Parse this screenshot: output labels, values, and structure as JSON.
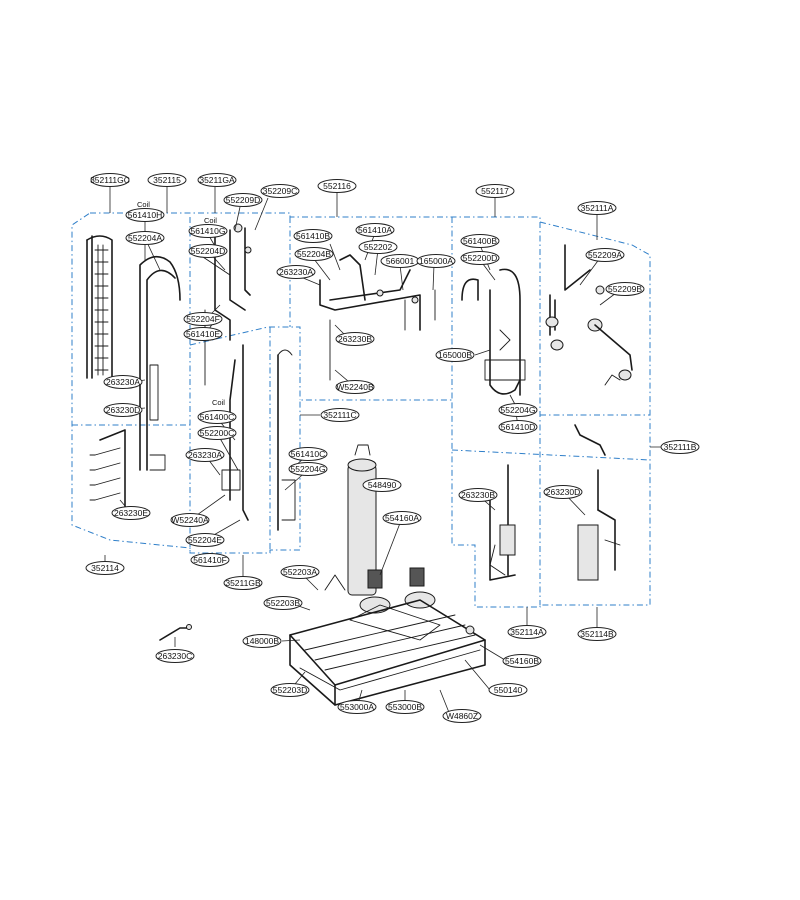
{
  "coil_label": "Coil",
  "callouts": [
    {
      "id": "c01",
      "text": "352111GC"
    },
    {
      "id": "c02",
      "text": "352115"
    },
    {
      "id": "c03",
      "text": "35211GA"
    },
    {
      "id": "c04",
      "text": "352209C"
    },
    {
      "id": "c05",
      "text": "552209D"
    },
    {
      "id": "c06",
      "text": "561410H"
    },
    {
      "id": "c07",
      "text": "561410G"
    },
    {
      "id": "c08",
      "text": "552204A"
    },
    {
      "id": "c09",
      "text": "552204D"
    },
    {
      "id": "c10",
      "text": "552116"
    },
    {
      "id": "c11",
      "text": "561410B"
    },
    {
      "id": "c12",
      "text": "561410A"
    },
    {
      "id": "c13",
      "text": "552202"
    },
    {
      "id": "c14",
      "text": "552204B"
    },
    {
      "id": "c15",
      "text": "566001"
    },
    {
      "id": "c16",
      "text": "165000A"
    },
    {
      "id": "c17",
      "text": "263230A"
    },
    {
      "id": "c18",
      "text": "552117"
    },
    {
      "id": "c19",
      "text": "352111A"
    },
    {
      "id": "c20",
      "text": "561400B"
    },
    {
      "id": "c21",
      "text": "552200D"
    },
    {
      "id": "c22",
      "text": "552209A"
    },
    {
      "id": "c23",
      "text": "552209B"
    },
    {
      "id": "c24",
      "text": "552204F"
    },
    {
      "id": "c25",
      "text": "561410E"
    },
    {
      "id": "c26",
      "text": "263230B"
    },
    {
      "id": "c27",
      "text": "165000B"
    },
    {
      "id": "c28",
      "text": "263230A"
    },
    {
      "id": "c29",
      "text": "W52240B"
    },
    {
      "id": "c30",
      "text": "263230D"
    },
    {
      "id": "c31",
      "text": "352111C"
    },
    {
      "id": "c32",
      "text": "552204G"
    },
    {
      "id": "c33",
      "text": "561410D"
    },
    {
      "id": "c34",
      "text": "561400C"
    },
    {
      "id": "c35",
      "text": "552200C"
    },
    {
      "id": "c36",
      "text": "352111B"
    },
    {
      "id": "c37",
      "text": "263230A"
    },
    {
      "id": "c38",
      "text": "561410C"
    },
    {
      "id": "c39",
      "text": "552204G"
    },
    {
      "id": "c40",
      "text": "548490"
    },
    {
      "id": "c41",
      "text": "263230B"
    },
    {
      "id": "c42",
      "text": "263230D"
    },
    {
      "id": "c43",
      "text": "263230E"
    },
    {
      "id": "c44",
      "text": "W52240A"
    },
    {
      "id": "c45",
      "text": "554160A"
    },
    {
      "id": "c46",
      "text": "552204E"
    },
    {
      "id": "c47",
      "text": "352114"
    },
    {
      "id": "c48",
      "text": "561410F"
    },
    {
      "id": "c49",
      "text": "35211GB"
    },
    {
      "id": "c50",
      "text": "552203A"
    },
    {
      "id": "c51",
      "text": "552203B"
    },
    {
      "id": "c52",
      "text": "352114A"
    },
    {
      "id": "c53",
      "text": "352114B"
    },
    {
      "id": "c54",
      "text": "148000B"
    },
    {
      "id": "c55",
      "text": "263230C"
    },
    {
      "id": "c56",
      "text": "554160B"
    },
    {
      "id": "c57",
      "text": "552203D"
    },
    {
      "id": "c58",
      "text": "550140"
    },
    {
      "id": "c59",
      "text": "553000A"
    },
    {
      "id": "c60",
      "text": "553000B"
    },
    {
      "id": "c61",
      "text": "W4860Z"
    }
  ]
}
